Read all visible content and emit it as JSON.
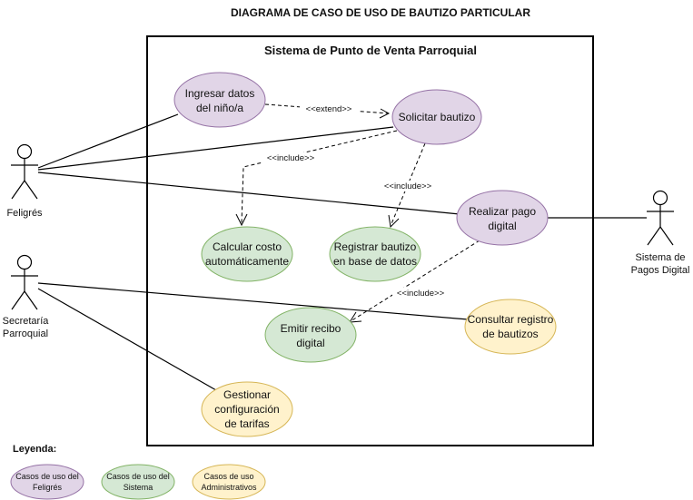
{
  "diagram": {
    "title": "DIAGRAMA DE CASO DE USO DE BAUTIZO PARTICULAR",
    "system_title": "Sistema de Punto de Venta Parroquial"
  },
  "colors": {
    "feligreses": {
      "fill": "#e1d5e7",
      "stroke": "#9673a6"
    },
    "sistema": {
      "fill": "#d5e8d4",
      "stroke": "#82b366"
    },
    "admin": {
      "fill": "#fff2cc",
      "stroke": "#d6b656"
    }
  },
  "actors": {
    "feligres": {
      "label": "Feligrés"
    },
    "secretaria": {
      "line1": "Secretaría",
      "line2": "Parroquial"
    },
    "pagos": {
      "line1": "Sistema de",
      "line2": "Pagos Digital"
    }
  },
  "use_cases": {
    "ingresar": {
      "line1": "Ingresar datos",
      "line2": "del niño/a",
      "category": "feligreses"
    },
    "solicitar": {
      "line1": "Solicitar bautizo",
      "category": "feligreses"
    },
    "realizar_pago": {
      "line1": "Realizar pago",
      "line2": "digital",
      "category": "feligreses"
    },
    "calcular": {
      "line1": "Calcular costo",
      "line2": "automáticamente",
      "category": "sistema"
    },
    "registrar": {
      "line1": "Registrar bautizo",
      "line2": "en base de datos",
      "category": "sistema"
    },
    "emitir": {
      "line1": "Emitir recibo",
      "line2": "digital",
      "category": "sistema"
    },
    "consultar": {
      "line1": "Consultar registro",
      "line2": "de bautizos",
      "category": "admin"
    },
    "gestionar": {
      "line1": "Gestionar",
      "line2": "configuración",
      "line3": "de tarifas",
      "category": "admin"
    }
  },
  "relations": {
    "extend_label": "<<extend>>",
    "include_label": "<<include>>"
  },
  "legend": {
    "title": "Leyenda:",
    "items": [
      {
        "line1": "Casos de uso del",
        "line2": "Feligrés"
      },
      {
        "line1": "Casos de uso del",
        "line2": "Sistema"
      },
      {
        "line1": "Casos de uso",
        "line2": "Administrativos"
      }
    ]
  }
}
